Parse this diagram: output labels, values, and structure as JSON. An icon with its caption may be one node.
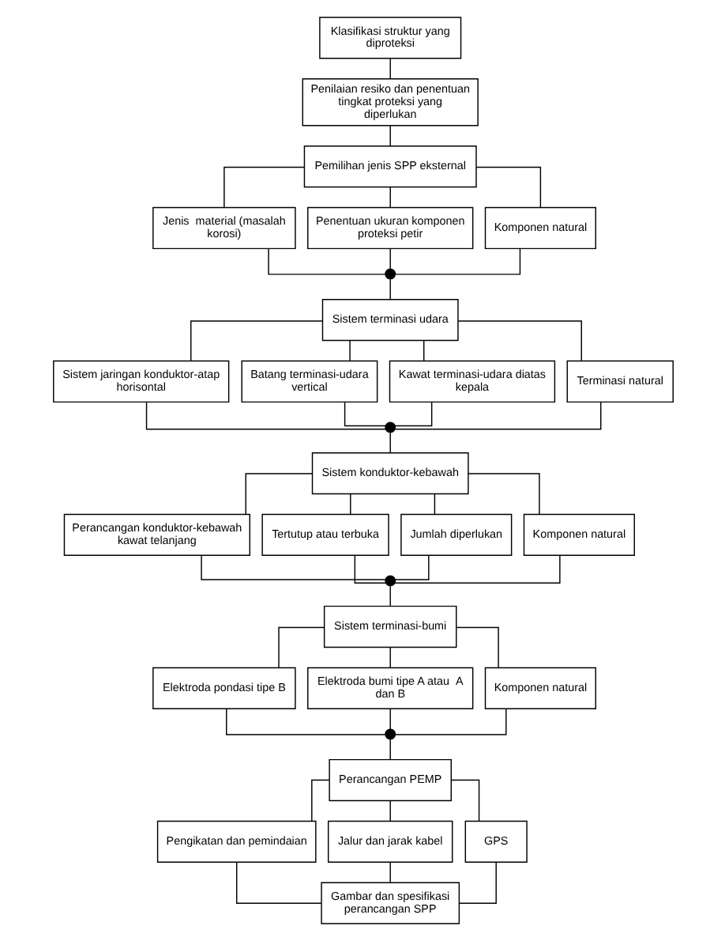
{
  "diagram": {
    "nodes": [
      {
        "text": [
          "Klasifikasi struktur yang diproteksi"
        ]
      },
      {
        "text": [
          "Penilaian resiko dan penentuan tingkat proteksi yang diperlukan"
        ]
      },
      {
        "text": [
          "Pemilihan jenis SPP eksternal"
        ]
      },
      {
        "text": [
          "Jenis  material (masalah korosi)"
        ]
      },
      {
        "text": [
          "Penentuan ukuran komponen proteksi petir"
        ]
      },
      {
        "text": [
          "Komponen natural"
        ]
      },
      {
        "text": [],
        "shape": "circle"
      },
      {
        "text": [
          "Sistem terminasi udara"
        ]
      },
      {
        "text": [
          "Sistem jaringan konduktor-atap horisontal"
        ]
      },
      {
        "text": [
          "Batang terminasi-udara vertical"
        ]
      },
      {
        "text": [
          "Kawat terminasi-udara diatas kepala"
        ]
      },
      {
        "text": [
          "Terminasi natural"
        ]
      },
      {
        "text": [],
        "shape": "circle"
      },
      {
        "text": [
          "Sistem konduktor-kebawah"
        ]
      },
      {
        "text": [
          "Perancangan konduktor-kebawah kawat telanjang"
        ]
      },
      {
        "text": [
          "Tertutup atau terbuka"
        ]
      },
      {
        "text": [
          "Jumlah diperlukan"
        ]
      },
      {
        "text": [
          "Komponen natural"
        ]
      },
      {
        "text": [],
        "shape": "circle"
      },
      {
        "text": [
          "Sistem terminasi-bumi"
        ]
      },
      {
        "text": [
          "Elektroda pondasi tipe B"
        ]
      },
      {
        "text": [
          "Elektroda bumi tipe A atau  A dan B"
        ]
      },
      {
        "text": [
          "Komponen natural"
        ]
      },
      {
        "text": [],
        "shape": "circle"
      },
      {
        "text": [
          "Perancangan PEMP"
        ]
      },
      {
        "text": [
          "Pengikatan dan pemindaian"
        ]
      },
      {
        "text": [
          "Jalur dan jarak kabel"
        ]
      },
      {
        "text": [
          "GPS"
        ]
      },
      {
        "text": [
          "Gambar dan spesifikasi perancangan SPP"
        ]
      }
    ],
    "edges": [
      {
        "from": 0,
        "to": 1,
        "arrow": "none"
      },
      {
        "from": 1,
        "to": 2,
        "arrow": "none"
      },
      {
        "from": 2,
        "to": 3,
        "arrow": "none"
      },
      {
        "from": 2,
        "to": 4,
        "arrow": "none"
      },
      {
        "from": 2,
        "to": 5,
        "arrow": "none"
      },
      {
        "from": 3,
        "to": 6,
        "arrow": "none"
      },
      {
        "from": 4,
        "to": 6,
        "arrow": "none"
      },
      {
        "from": 5,
        "to": 6,
        "arrow": "none"
      },
      {
        "from": 6,
        "to": 7,
        "arrow": "none"
      },
      {
        "from": 7,
        "to": 8,
        "arrow": "none"
      },
      {
        "from": 7,
        "to": 9,
        "arrow": "none"
      },
      {
        "from": 7,
        "to": 10,
        "arrow": "none"
      },
      {
        "from": 7,
        "to": 11,
        "arrow": "none"
      },
      {
        "from": 8,
        "to": 12,
        "arrow": "none"
      },
      {
        "from": 9,
        "to": 12,
        "arrow": "none"
      },
      {
        "from": 10,
        "to": 12,
        "arrow": "none"
      },
      {
        "from": 11,
        "to": 12,
        "arrow": "none"
      },
      {
        "from": 12,
        "to": 13,
        "arrow": "none"
      },
      {
        "from": 13,
        "to": 14,
        "arrow": "none"
      },
      {
        "from": 13,
        "to": 15,
        "arrow": "none"
      },
      {
        "from": 13,
        "to": 16,
        "arrow": "none"
      },
      {
        "from": 13,
        "to": 17,
        "arrow": "none"
      },
      {
        "from": 14,
        "to": 18,
        "arrow": "none"
      },
      {
        "from": 15,
        "to": 18,
        "arrow": "none"
      },
      {
        "from": 16,
        "to": 18,
        "arrow": "none"
      },
      {
        "from": 17,
        "to": 18,
        "arrow": "none"
      },
      {
        "from": 18,
        "to": 19,
        "arrow": "none"
      },
      {
        "from": 19,
        "to": 20,
        "arrow": "none"
      },
      {
        "from": 19,
        "to": 21,
        "arrow": "none"
      },
      {
        "from": 19,
        "to": 22,
        "arrow": "none"
      },
      {
        "from": 20,
        "to": 23,
        "arrow": "none"
      },
      {
        "from": 21,
        "to": 23,
        "arrow": "none"
      },
      {
        "from": 22,
        "to": 23,
        "arrow": "none"
      },
      {
        "from": 23,
        "to": 24,
        "arrow": "none"
      },
      {
        "from": 24,
        "to": 25,
        "arrow": "none"
      },
      {
        "from": 24,
        "to": 26,
        "arrow": "none"
      },
      {
        "from": 24,
        "to": 27,
        "arrow": "none"
      },
      {
        "from": 25,
        "to": 28,
        "arrow": "none"
      },
      {
        "from": 26,
        "to": 28,
        "arrow": "none"
      },
      {
        "from": 27,
        "to": 28,
        "arrow": "none"
      }
    ]
  }
}
